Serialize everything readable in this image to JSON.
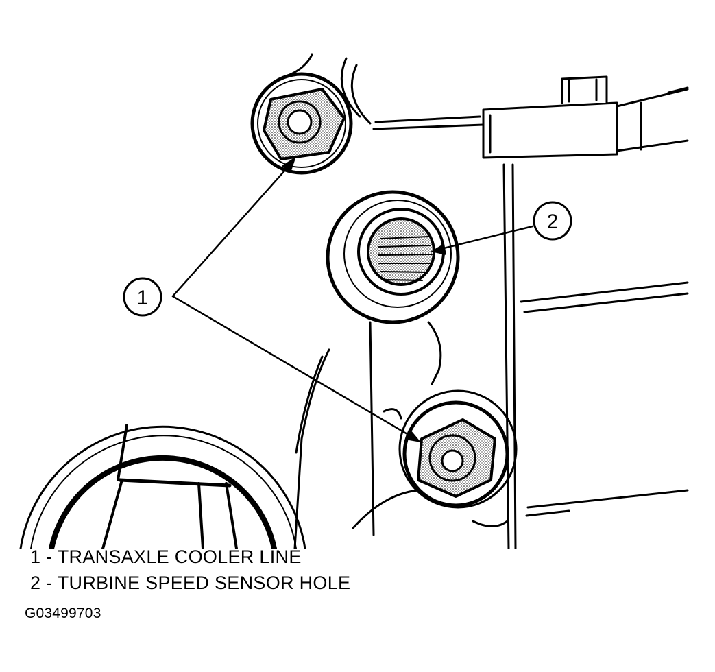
{
  "callouts": [
    {
      "number": "1"
    },
    {
      "number": "2"
    }
  ],
  "legend": [
    {
      "text": "1 - TRANSAXLE COOLER LINE"
    },
    {
      "text": "2 - TURBINE SPEED SENSOR HOLE"
    }
  ],
  "figure_id": "G03499703"
}
